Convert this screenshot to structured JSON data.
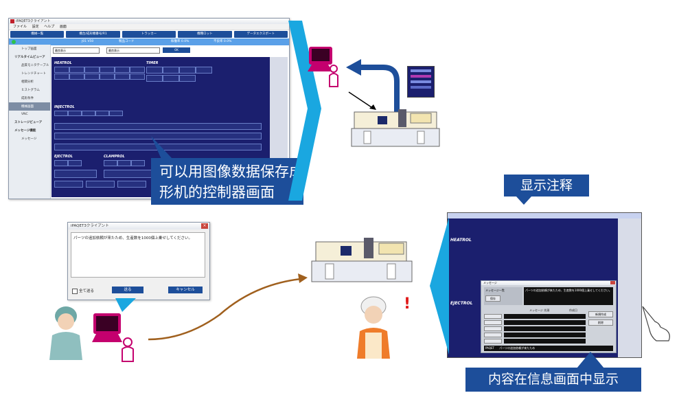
{
  "app": {
    "window_title": "iPAQET3クライアント",
    "menu": [
      "ファイル",
      "設定",
      "ヘルプ",
      "画面"
    ],
    "tabs": [
      "機械一覧",
      "機台/成形機番号/R1",
      "トラッカー",
      "機種ロット",
      "データエクスポート"
    ],
    "status": {
      "machine_id": "J01 V50",
      "product_code_label": "製品コード",
      "operating_rate": "稼働率 0.0%",
      "defect_rate": "不良率 0.0%"
    },
    "sidebar": [
      {
        "label": "トップ画面",
        "bold": false
      },
      {
        "label": "リアルタイムビューア",
        "bold": true
      },
      {
        "label": "品質モニタテーブル",
        "bold": false
      },
      {
        "label": "トレンドチャート",
        "bold": false
      },
      {
        "label": "相関分析",
        "bold": false
      },
      {
        "label": "ヒストグラム",
        "bold": false
      },
      {
        "label": "成形条件",
        "bold": false
      },
      {
        "label": "機械画面",
        "bold": false,
        "selected": true
      },
      {
        "label": "VNC",
        "bold": false
      },
      {
        "label": "ストレージビューア",
        "bold": true
      },
      {
        "label": "メッセージ機能",
        "bold": true
      },
      {
        "label": "メッセージ",
        "bold": false
      }
    ],
    "selects": [
      "最良表示",
      "最良表示"
    ],
    "ok_label": "OK",
    "screen_labels": {
      "heatrol": "HEATROL",
      "timer": "TIMER",
      "injectrol": "INJECTROL",
      "ejectrol": "EJECTROL",
      "clamprol": "CLAMPROL"
    }
  },
  "callouts": {
    "save_screen": "可以用图像数据保存成形机的控制器画面",
    "show_note": "显示注释",
    "info_screen": "内容在信息画面中显示"
  },
  "dialog": {
    "title": "iPAQET3クライアント",
    "message": "パーツの追加依頼が来たため、生産数を1000個上乗せしてください。",
    "checkbox": "全て送る",
    "send": "送る",
    "cancel": "キャンセル"
  },
  "right_screen": {
    "message_title": "メッセージ",
    "message_list_header": "メッセージ一覧",
    "register_label": "保存",
    "btn_create": "新規作成",
    "btn_delete": "削除",
    "col_header1": "メッセージ 先頭",
    "col_header2": "作成日",
    "message_preview": "パーツの追加依頼が来たため、生産数を1000個上乗せしてください。",
    "footer_tag": "PAQET",
    "footer_text": "パーツの追加依頼が来たため"
  },
  "colors": {
    "brand_blue": "#1d4e9a",
    "screen_navy": "#1b1f6e",
    "pointer_cyan": "#1aa7e0",
    "arrow_brown": "#a0601e",
    "monitor_magenta": "#c4006e"
  }
}
